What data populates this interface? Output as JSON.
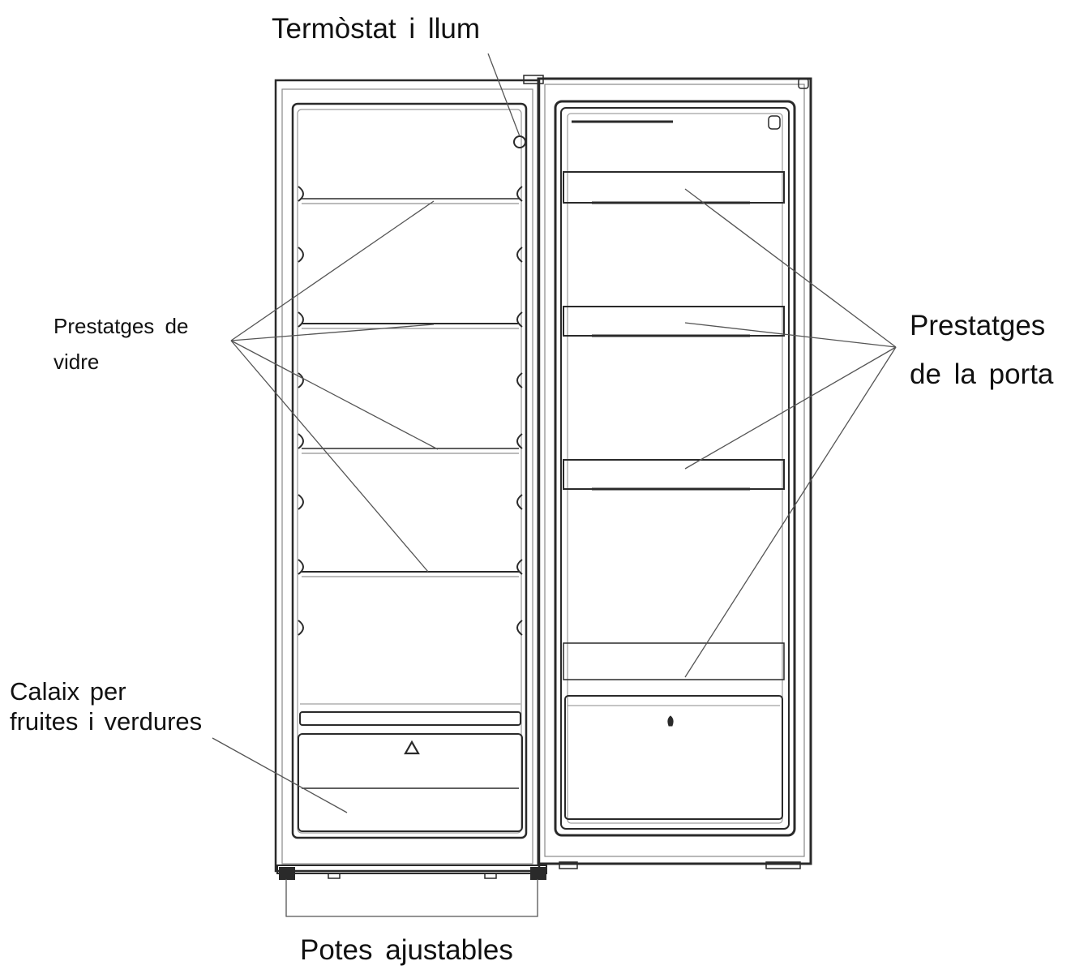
{
  "labels": {
    "thermostat": "Termòstat i llum",
    "glass_shelves": [
      "Prestatges de",
      "vidre"
    ],
    "door_shelves": [
      "Prestatges",
      "de la porta"
    ],
    "crisper": [
      "Calaix per",
      "fruites i verdures"
    ],
    "feet": "Potes ajustables"
  },
  "colors": {
    "line": "#2a2a2a",
    "leader": "#555555",
    "background": "#ffffff"
  }
}
